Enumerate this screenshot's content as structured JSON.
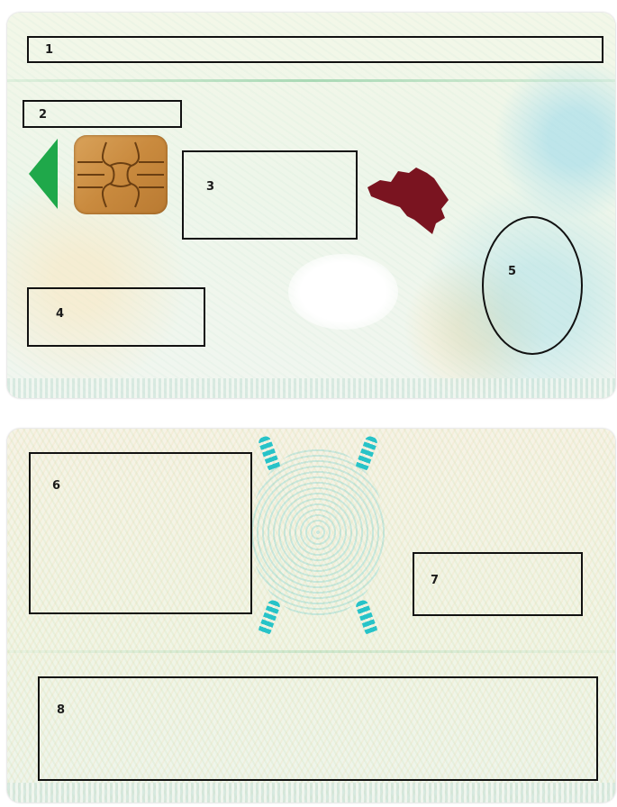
{
  "front": {
    "zones": [
      {
        "id": "zone-1",
        "label": "1"
      },
      {
        "id": "zone-2",
        "label": "2"
      },
      {
        "id": "zone-3",
        "label": "3"
      },
      {
        "id": "zone-4",
        "label": "4"
      },
      {
        "id": "zone-5",
        "label": "5"
      }
    ]
  },
  "back": {
    "zones": [
      {
        "id": "zone-6",
        "label": "6"
      },
      {
        "id": "zone-7",
        "label": "7"
      },
      {
        "id": "zone-8",
        "label": "8"
      }
    ]
  },
  "colors": {
    "outline": "#111111",
    "arrow_green": "#1fa84a",
    "map_maroon": "#7a1420",
    "chip_gold": "#c98a3e",
    "guilloche_cyan": "#27c3c8"
  },
  "icons": {
    "chip": "smart-card-chip-icon",
    "arrow": "green-arrow-icon",
    "map": "belgium-map-icon",
    "hologram": "hologram-icon"
  }
}
